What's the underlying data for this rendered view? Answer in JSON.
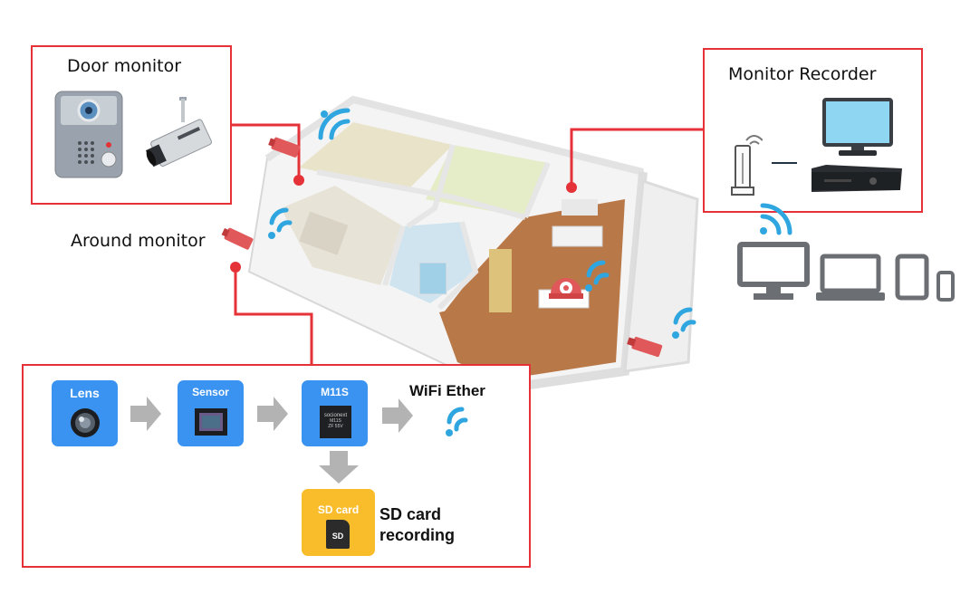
{
  "door_monitor": {
    "title": "Door monitor"
  },
  "around_monitor": {
    "title": "Around monitor"
  },
  "monitor_recorder": {
    "title": "Monitor Recorder"
  },
  "pipeline": {
    "lens_label": "Lens",
    "sensor_label": "Sensor",
    "m11s_label": "M11S",
    "chip_text_1": "socionext",
    "chip_text_2": "M11S",
    "chip_text_3": "ZF 55V",
    "wifi_label": "WiFi Ether",
    "sd_label": "SD card",
    "sd_chip_text": "SD",
    "sd_recording_line1": "SD card",
    "sd_recording_line2": "recording"
  },
  "icons": [
    "camera-icon",
    "wifi-icon",
    "intercom-icon",
    "cctv-icon",
    "router-icon",
    "monitor-icon",
    "recorder-icon",
    "laptop-icon",
    "tablet-icon",
    "phone-icon",
    "arrow-icon",
    "chip-icon",
    "sensor-icon",
    "lens-icon",
    "sd-card-icon"
  ],
  "colors": {
    "accent_red": "#e53238",
    "block_blue": "#3a93f0",
    "sd_yellow": "#f9bd2c",
    "wifi_blue": "#2fa6e0",
    "arrow_gray": "#b3b3b3"
  }
}
